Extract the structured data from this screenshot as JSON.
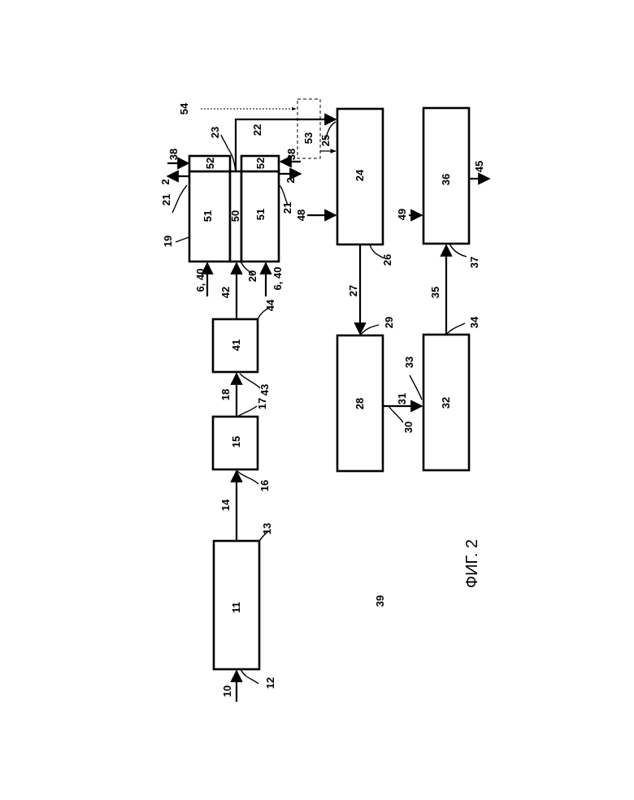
{
  "figure": {
    "caption": "ФИГ. 2"
  },
  "blocks": {
    "b11": "11",
    "b15": "15",
    "b41": "41",
    "b51a": "51",
    "b51b": "51",
    "b50": "50",
    "b52a": "52",
    "b52b": "52",
    "b53": "53",
    "b24": "24",
    "b28": "28",
    "b32": "32",
    "b36": "36"
  },
  "refs": {
    "r10": "10",
    "r12": "12",
    "r13": "13",
    "r14": "14",
    "r16": "16",
    "r17": "17",
    "r18": "18",
    "r43": "43",
    "r44": "44",
    "r42": "42",
    "r20": "20",
    "r640a": "6, 40",
    "r640b": "6, 40",
    "r19": "19",
    "r21a": "21",
    "r21b": "21",
    "r2a": "2",
    "r2b": "2",
    "r38a": "38",
    "r38b": "38",
    "r23": "23",
    "r22": "22",
    "r54": "54",
    "r25": "25",
    "r48": "48",
    "r26": "26",
    "r27": "27",
    "r29": "29",
    "r30": "30",
    "r31": "31",
    "r33": "33",
    "r34": "34",
    "r35": "35",
    "r37": "37",
    "r49": "49",
    "r45": "45",
    "r39": "39"
  }
}
